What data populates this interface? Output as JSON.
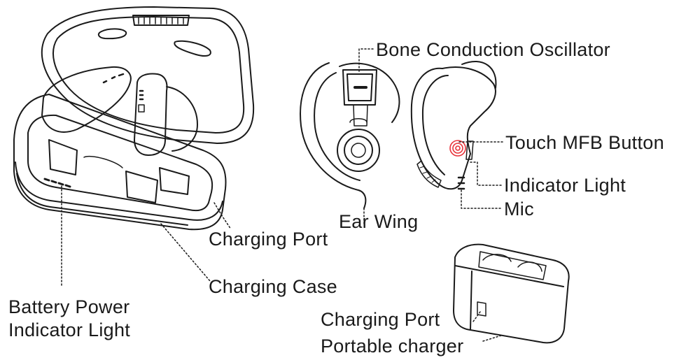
{
  "labels": {
    "bone_conduction_oscillator": "Bone Conduction Oscillator",
    "touch_mfb_button": "Touch MFB Button",
    "indicator_light": "Indicator Light",
    "mic": "Mic",
    "ear_wing": "Ear Wing",
    "charging_port_case": "Charging Port",
    "charging_case": "Charging Case",
    "battery_power_line1": "Battery Power",
    "battery_power_line2": "Indicator Light",
    "charging_port_charger": "Charging Port",
    "portable_charger": "Portable charger"
  },
  "colors": {
    "line": "#1a1a1a",
    "fingerprint": "#e8333a"
  }
}
